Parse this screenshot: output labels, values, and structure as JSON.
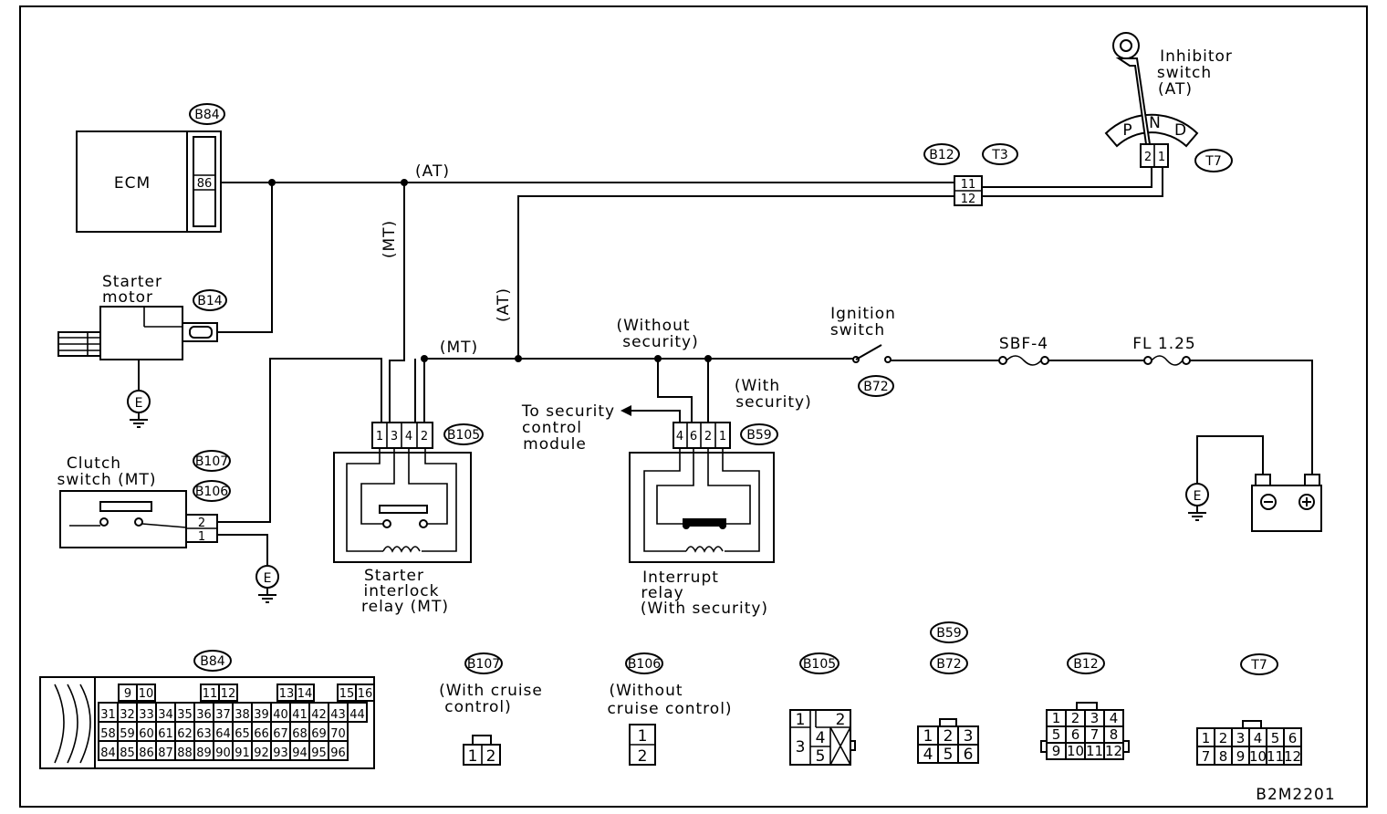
{
  "labels": {
    "ecm": "ECM",
    "starter_motor": [
      "Starter",
      "motor"
    ],
    "clutch_switch": [
      "Clutch",
      "switch (MT)"
    ],
    "inhibitor_switch": [
      "Inhibitor",
      "switch",
      "(AT)"
    ],
    "ignition_switch": [
      "Ignition",
      "switch"
    ],
    "at_top": "(AT)",
    "mt_vertical": "(MT)",
    "at_vertical": "(AT)",
    "mt_short": "(MT)",
    "without_security": [
      "(Without",
      "security)"
    ],
    "with_security": [
      "(With",
      "security)"
    ],
    "to_security": [
      "To security",
      "control",
      "module"
    ],
    "starter_relay": [
      "Starter",
      "interlock",
      "relay (MT)"
    ],
    "interrupt_relay": [
      "Interrupt",
      "relay",
      "(With security)"
    ],
    "fuse_sbf": "SBF-4",
    "fuse_fl": "FL 1.25",
    "prnd": [
      "P",
      "N",
      "D"
    ],
    "ground": "E",
    "b107_note": [
      "(With cruise",
      "control)"
    ],
    "b106_note": [
      "(Without",
      "cruise control)"
    ],
    "figure_code": "B2M2201"
  },
  "connectors": {
    "b84": "B84",
    "b14": "B14",
    "b107": "B107",
    "b106": "B106",
    "b105": "B105",
    "b59": "B59",
    "b72": "B72",
    "b12": "B12",
    "t3": "T3",
    "t7": "T7"
  },
  "pins": {
    "ecm_pin": "86",
    "b12_pins": [
      "11",
      "12"
    ],
    "b105_pins": [
      "1",
      "3",
      "4",
      "2"
    ],
    "b59_pins": [
      "4",
      "6",
      "2",
      "1"
    ],
    "clutch_pins": [
      "2",
      "1"
    ],
    "t7_pins": [
      "2",
      "1"
    ]
  },
  "faces": {
    "b84_top": [
      "9",
      "10",
      "11",
      "12",
      "13",
      "14",
      "15",
      "16"
    ],
    "b84_rows": [
      [
        "31",
        "32",
        "33",
        "34",
        "35",
        "36",
        "37",
        "38",
        "39",
        "40",
        "41",
        "42",
        "43",
        "44"
      ],
      [
        "58",
        "59",
        "60",
        "61",
        "62",
        "63",
        "64",
        "65",
        "66",
        "67",
        "68",
        "69",
        "70"
      ],
      [
        "84",
        "85",
        "86",
        "87",
        "88",
        "89",
        "90",
        "91",
        "92",
        "93",
        "94",
        "95",
        "96"
      ]
    ],
    "b107": [
      "1",
      "2"
    ],
    "b106": [
      "1",
      "2"
    ],
    "b105": [
      "1",
      "2",
      "3",
      "4",
      "5"
    ],
    "b72": [
      [
        "1",
        "2",
        "3"
      ],
      [
        "4",
        "5",
        "6"
      ]
    ],
    "b12": [
      [
        "1",
        "2",
        "3",
        "4"
      ],
      [
        "5",
        "6",
        "7",
        "8"
      ],
      [
        "9",
        "10",
        "11",
        "12"
      ]
    ],
    "t7": [
      [
        "1",
        "2",
        "3",
        "4",
        "5",
        "6"
      ],
      [
        "7",
        "8",
        "9",
        "10",
        "11",
        "12"
      ]
    ]
  },
  "colors": {
    "line": "#000000",
    "background": "#ffffff"
  }
}
